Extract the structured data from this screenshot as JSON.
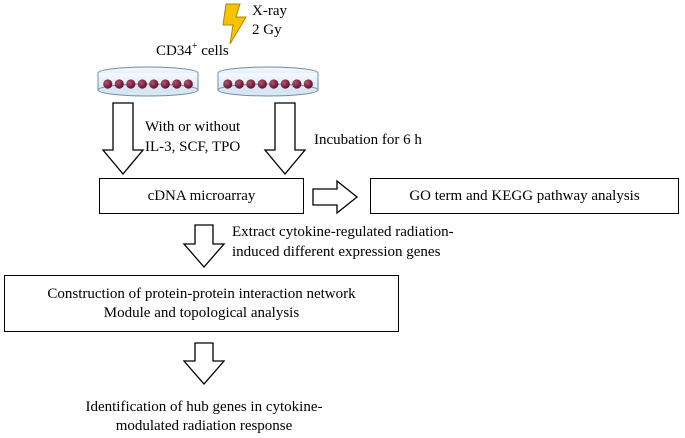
{
  "irradiation": {
    "label_line1": "X-ray",
    "label_line2": "2 Gy"
  },
  "cells": {
    "label_main": "CD34",
    "label_superscript": "+",
    "label_suffix": " cells"
  },
  "conditions": {
    "line1": "With or without",
    "line2": "IL-3, SCF, TPO"
  },
  "incubation": {
    "label": "Incubation for 6 h"
  },
  "boxes": {
    "microarray": "cDNA microarray",
    "go_kegg": "GO term and KEGG pathway analysis",
    "ppi_line1": "Construction of protein-protein interaction network",
    "ppi_line2": "Module and topological analysis"
  },
  "extract": {
    "line1": "Extract cytokine-regulated radiation-",
    "line2": "induced different expression genes"
  },
  "result": {
    "line1": "Identification of hub genes in cytokine-",
    "line2": "modulated radiation response"
  },
  "colors": {
    "lightning_fill": "#F5C400",
    "lightning_stroke": "#B08800",
    "cell_fill": "#7A1F3C",
    "dish_fill": "#EAF3FA",
    "dish_stroke": "#6F8EA8",
    "line": "#000000"
  }
}
